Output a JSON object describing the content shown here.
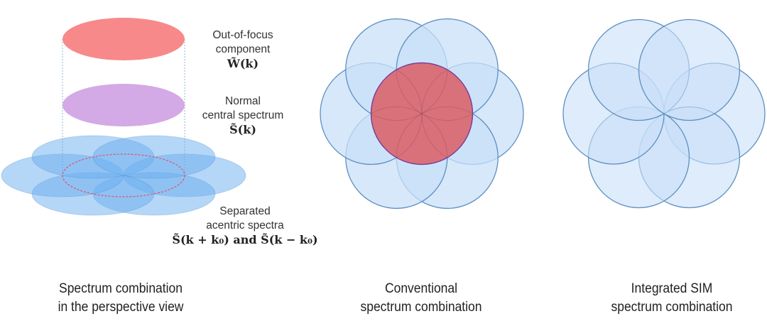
{
  "panels": [
    {
      "id": "perspective",
      "caption": [
        "Spectrum combination",
        "in the perspective view"
      ],
      "layers": [
        {
          "name": "out-of-focus",
          "label": [
            "Out-of-focus",
            "component"
          ],
          "math": "W̃(k)",
          "color": "#f7898a"
        },
        {
          "name": "normal-central",
          "label": [
            "Normal",
            "central spectrum"
          ],
          "math": "S̃(k)",
          "color": "#d3a9e6"
        },
        {
          "name": "separated-acentric",
          "label": [
            "Separated",
            "acentric spectra"
          ],
          "math": "S̃(k + k₀) and S̃(k − k₀)",
          "color": "#6aaef0"
        }
      ],
      "outline_color": "#e0506a"
    },
    {
      "id": "conventional",
      "caption": [
        "Conventional",
        "spectrum combination"
      ],
      "outer_circle_count": 6,
      "outer_color": "#c8e0f8",
      "center_color": "#d9717a",
      "stroke_color": "#5f8fc0"
    },
    {
      "id": "integrated",
      "caption": [
        "Integrated SIM",
        "spectrum combination"
      ],
      "outer_circle_count": 6,
      "outer_color": "#c8e0f8",
      "stroke_color": "#5f8fc0"
    }
  ]
}
